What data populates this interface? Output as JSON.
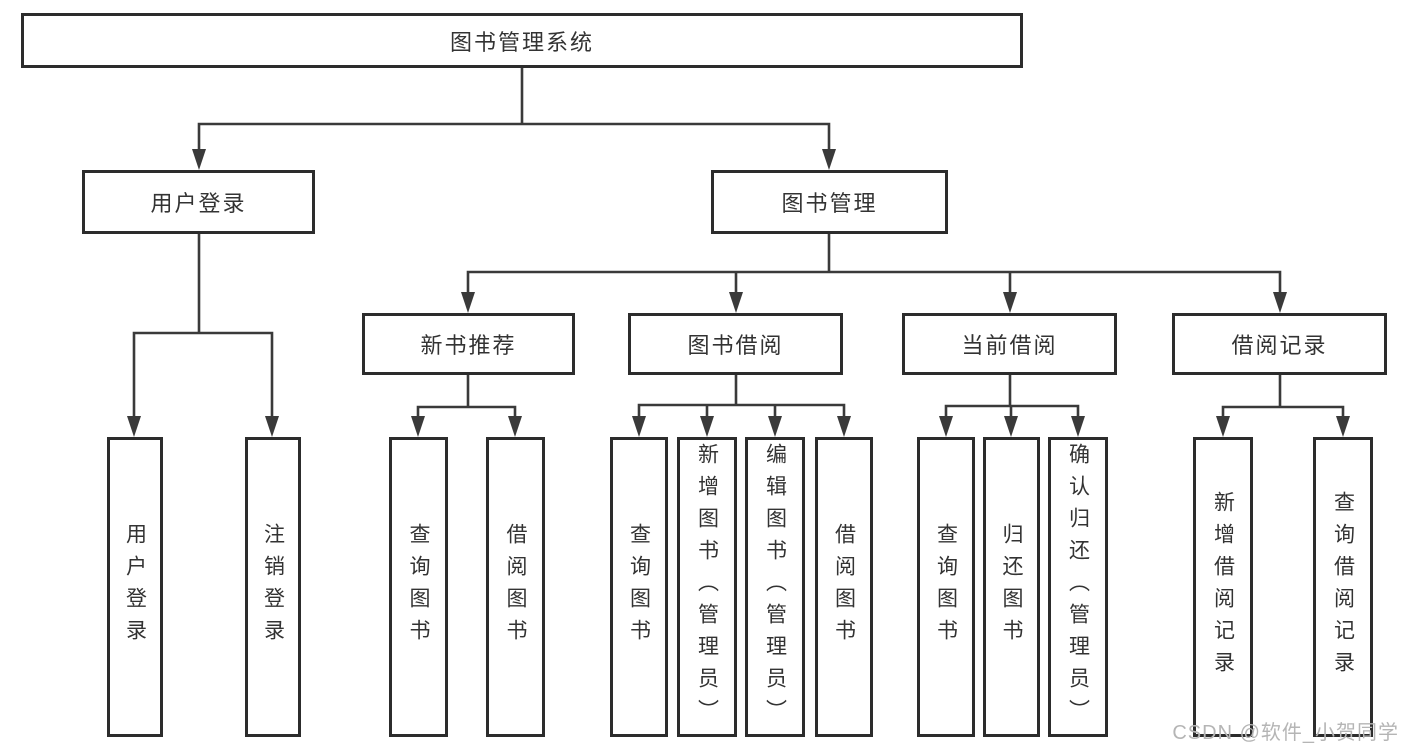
{
  "tree": {
    "label": "图书管理系统",
    "children": [
      {
        "label": "用户登录",
        "children": [
          {
            "label": "用户登录"
          },
          {
            "label": "注销登录"
          }
        ]
      },
      {
        "label": "图书管理",
        "children": [
          {
            "label": "新书推荐",
            "children": [
              {
                "label": "查询图书"
              },
              {
                "label": "借阅图书"
              }
            ]
          },
          {
            "label": "图书借阅",
            "children": [
              {
                "label": "查询图书"
              },
              {
                "label": "新增图书（管理员）"
              },
              {
                "label": "编辑图书（管理员）"
              },
              {
                "label": "借阅图书"
              }
            ]
          },
          {
            "label": "当前借阅",
            "children": [
              {
                "label": "查询图书"
              },
              {
                "label": "归还图书"
              },
              {
                "label": "确认归还（管理员）"
              }
            ]
          },
          {
            "label": "借阅记录",
            "children": [
              {
                "label": "新增借阅记录"
              },
              {
                "label": "查询借阅记录"
              }
            ]
          }
        ]
      }
    ]
  },
  "watermark": "CSDN @软件_小贺同学",
  "colors": {
    "line": "#3a3a3a",
    "box_border": "#2c2c2c",
    "box_fill": "#ffffff",
    "text": "#333333",
    "watermark": "#b5b5b5",
    "bg": "#ffffff"
  }
}
